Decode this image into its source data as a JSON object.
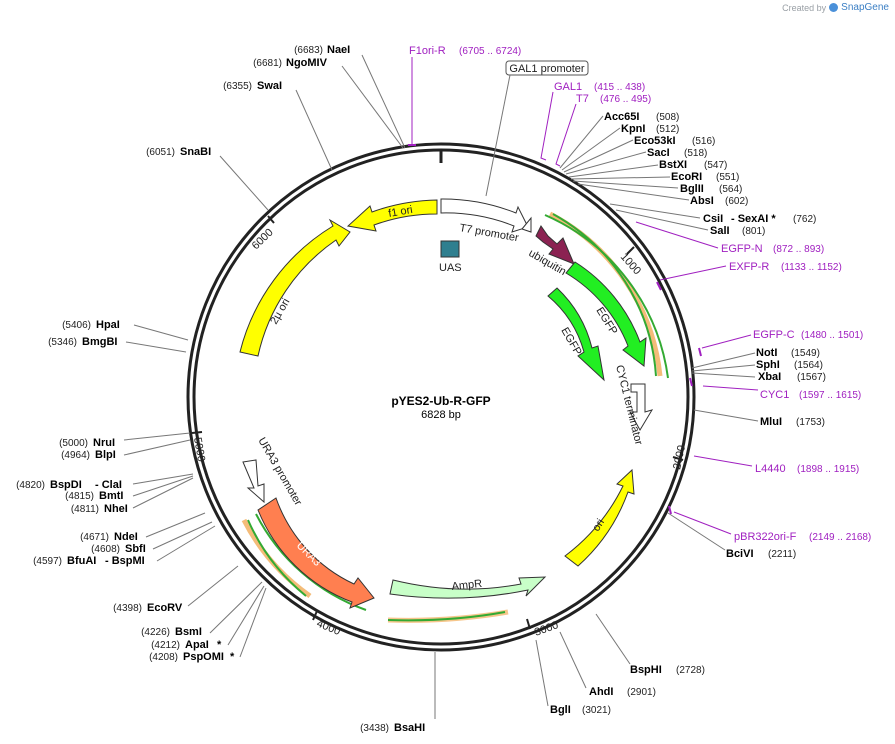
{
  "credit": {
    "created_by": "Created by",
    "brand": "SnapGene"
  },
  "plasmid": {
    "name": "pYES2-Ub-R-GFP",
    "size": "6828 bp"
  },
  "ticks": [
    "1000",
    "2000",
    "3000",
    "4000",
    "5000",
    "6000"
  ],
  "enzymes_left": [
    {
      "pos": "(6683)",
      "name": "NaeI"
    },
    {
      "pos": "(6681)",
      "name": "NgoMIV"
    },
    {
      "pos": "(6355)",
      "name": "SwaI"
    },
    {
      "pos": "(6051)",
      "name": "SnaBI"
    },
    {
      "pos": "(5406)",
      "name": "HpaI"
    },
    {
      "pos": "(5346)",
      "name": "BmgBI"
    },
    {
      "pos": "(5000)",
      "name": "NruI"
    },
    {
      "pos": "(4964)",
      "name": "BlpI"
    },
    {
      "pos": "(4820)",
      "name": "BspDI",
      "suffix": "- ClaI"
    },
    {
      "pos": "(4815)",
      "name": "BmtI"
    },
    {
      "pos": "(4811)",
      "name": "NheI"
    },
    {
      "pos": "(4671)",
      "name": "NdeI"
    },
    {
      "pos": "(4608)",
      "name": "SbfI"
    },
    {
      "pos": "(4597)",
      "name": "BfuAI",
      "suffix": "- BspMI"
    },
    {
      "pos": "(4398)",
      "name": "EcoRV"
    },
    {
      "pos": "(4226)",
      "name": "BsmI"
    },
    {
      "pos": "(4212)",
      "name": "ApaI",
      "suffix": "*"
    },
    {
      "pos": "(4208)",
      "name": "PspOMI",
      "suffix": "*"
    },
    {
      "pos": "(3438)",
      "name": "BsaHI"
    }
  ],
  "enzymes_right": [
    {
      "name": "Acc65I",
      "pos": "(508)"
    },
    {
      "name": "KpnI",
      "pos": "(512)"
    },
    {
      "name": "Eco53kI",
      "pos": "(516)"
    },
    {
      "name": "SacI",
      "pos": "(518)"
    },
    {
      "name": "BstXI",
      "pos": "(547)"
    },
    {
      "name": "EcoRI",
      "pos": "(551)"
    },
    {
      "name": "BglII",
      "pos": "(564)"
    },
    {
      "name": "AbsI",
      "pos": "(602)"
    },
    {
      "name": "CsiI",
      "suffix": "- SexAI *",
      "pos": "(762)"
    },
    {
      "name": "SalI",
      "pos": "(801)"
    },
    {
      "name": "NotI",
      "pos": "(1549)"
    },
    {
      "name": "SphI",
      "pos": "(1564)"
    },
    {
      "name": "XbaI",
      "pos": "(1567)"
    },
    {
      "name": "MluI",
      "pos": "(1753)"
    },
    {
      "name": "BciVI",
      "pos": "(2211)"
    },
    {
      "name": "BspHI",
      "pos": "(2728)"
    },
    {
      "name": "AhdI",
      "pos": "(2901)"
    },
    {
      "name": "BglI",
      "pos": "(3021)"
    }
  ],
  "primers": [
    {
      "name": "F1ori-R",
      "loc": "(6705 .. 6724)"
    },
    {
      "name": "GAL1",
      "loc": "(415 .. 438)"
    },
    {
      "name": "T7",
      "loc": "(476 .. 495)"
    },
    {
      "name": "EGFP-N",
      "loc": "(872 .. 893)"
    },
    {
      "name": "EXFP-R",
      "loc": "(1133 .. 1152)"
    },
    {
      "name": "EGFP-C",
      "loc": "(1480 .. 1501)"
    },
    {
      "name": "CYC1",
      "loc": "(1597 .. 1615)"
    },
    {
      "name": "L4440",
      "loc": "(1898 .. 1915)"
    },
    {
      "name": "pBR322ori-F",
      "loc": "(2149 .. 2168)"
    }
  ],
  "features": {
    "gal1_promoter": "GAL1 promoter",
    "t7_promoter": "T7 promoter",
    "f1_ori": "f1 ori",
    "uas": "UAS",
    "ubiquitin": "ubiquitin",
    "egfp_outer": "EGFP",
    "egfp_inner": "EGFP",
    "cyc1_terminator": "CYC1 terminator",
    "two_micron_ori": "2µ ori",
    "ura3_promoter": "URA3 promoter",
    "ura3": "URA3",
    "ampr": "AmpR",
    "ori": "ori"
  },
  "colors": {
    "yellow": "#ffff00",
    "green": "#22ee22",
    "orange": "#ff7f50",
    "ampr": "#c8ffc8",
    "ubiquitin": "#8b2252",
    "uas": "#2f7f8f",
    "primer": "#a020c0",
    "primer_highlight": "#f0a040"
  }
}
